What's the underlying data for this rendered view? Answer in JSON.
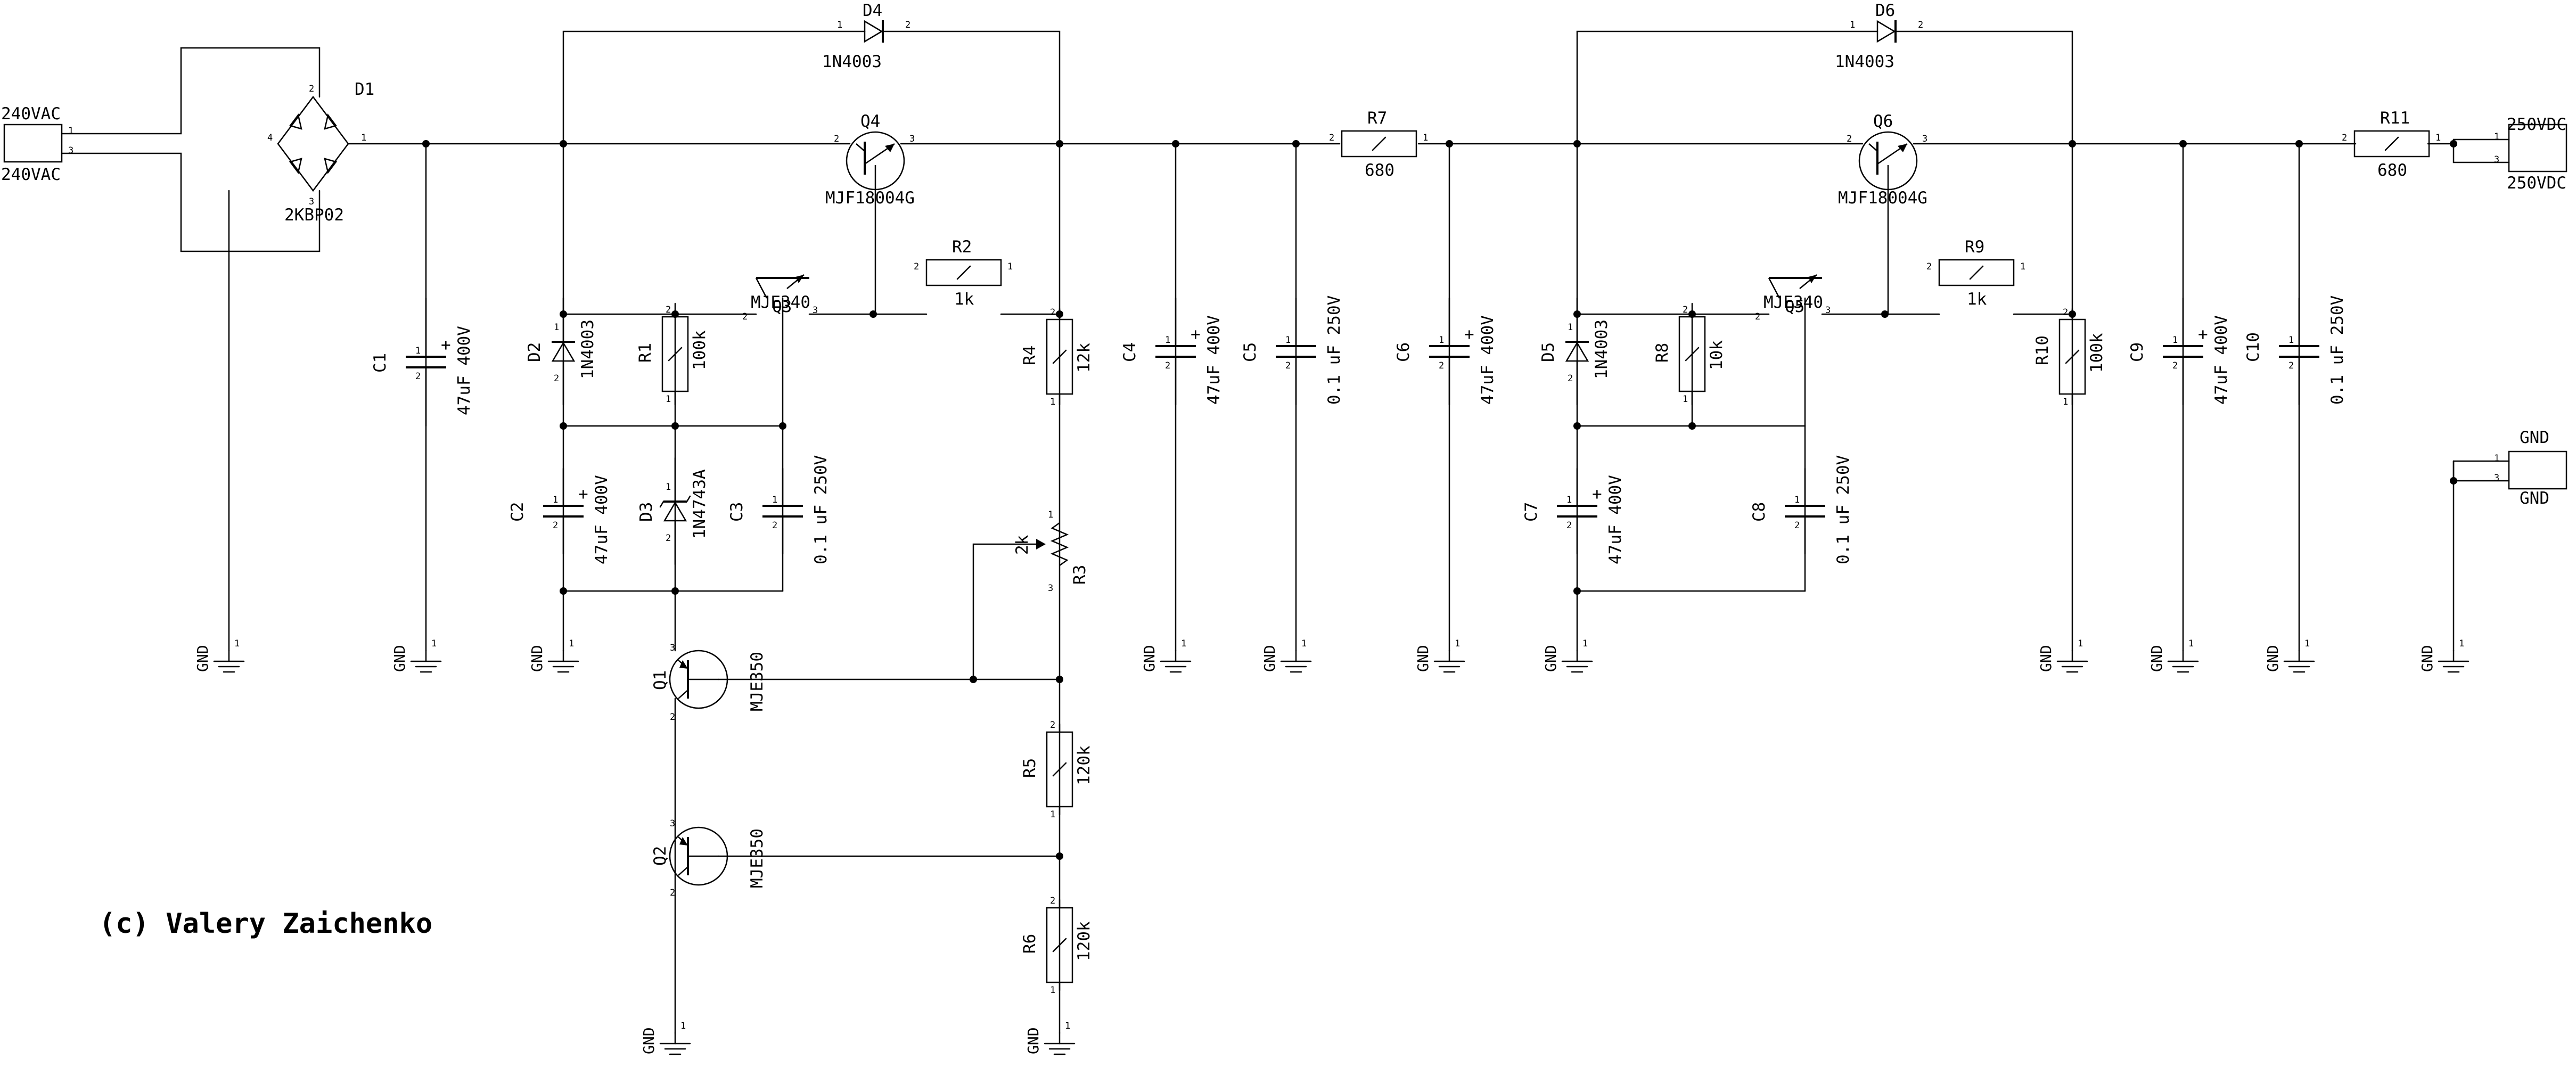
{
  "credit": "(c) Valery Zaichenko",
  "connectors": {
    "input": {
      "top": "240VAC",
      "bottom": "240VAC",
      "pin1": "1",
      "pin3": "3"
    },
    "output": {
      "top": "250VDC",
      "bottom": "250VDC",
      "pin1": "1",
      "pin3": "3"
    },
    "ground": {
      "top": "GND",
      "bottom": "GND",
      "pin1": "1",
      "pin3": "3"
    }
  },
  "bridge": {
    "ref": "D1",
    "part": "2KBP02",
    "p1": "1",
    "p2": "2",
    "p3": "3",
    "p4": "4"
  },
  "gnd_label": "GND",
  "pins": {
    "one": "1",
    "two": "2",
    "three": "3"
  },
  "components": {
    "C1": {
      "ref": "C1",
      "value": "47uF 400V",
      "plus": "+"
    },
    "C2": {
      "ref": "C2",
      "value": "47uF 400V",
      "plus": "+"
    },
    "C3": {
      "ref": "C3",
      "value": "0.1 uF 250V"
    },
    "C4": {
      "ref": "C4",
      "value": "47uF 400V",
      "plus": "+"
    },
    "C5": {
      "ref": "C5",
      "value": "0.1 uF 250V"
    },
    "C6": {
      "ref": "C6",
      "value": "47uF 400V",
      "plus": "+"
    },
    "C7": {
      "ref": "C7",
      "value": "47uF 400V",
      "plus": "+"
    },
    "C8": {
      "ref": "C8",
      "value": "0.1 uF 250V"
    },
    "C9": {
      "ref": "C9",
      "value": "47uF 400V",
      "plus": "+"
    },
    "C10": {
      "ref": "C10",
      "value": "0.1 uF 250V"
    },
    "D2": {
      "ref": "D2",
      "value": "1N4003"
    },
    "D3": {
      "ref": "D3",
      "value": "1N4743A"
    },
    "D4": {
      "ref": "D4",
      "value": "1N4003"
    },
    "D5": {
      "ref": "D5",
      "value": "1N4003"
    },
    "D6": {
      "ref": "D6",
      "value": "1N4003"
    },
    "R1": {
      "ref": "R1",
      "value": "100k"
    },
    "R2": {
      "ref": "R2",
      "value": "1k"
    },
    "R3": {
      "ref": "R3",
      "value": "2k"
    },
    "R4": {
      "ref": "R4",
      "value": "12k"
    },
    "R5": {
      "ref": "R5",
      "value": "120k"
    },
    "R6": {
      "ref": "R6",
      "value": "120k"
    },
    "R7": {
      "ref": "R7",
      "value": "680"
    },
    "R8": {
      "ref": "R8",
      "value": "10k"
    },
    "R9": {
      "ref": "R9",
      "value": "1k"
    },
    "R10": {
      "ref": "R10",
      "value": "100k"
    },
    "R11": {
      "ref": "R11",
      "value": "680"
    },
    "Q1": {
      "ref": "Q1",
      "value": "MJE350"
    },
    "Q2": {
      "ref": "Q2",
      "value": "MJE350"
    },
    "Q3": {
      "ref": "Q3",
      "value": "MJE340"
    },
    "Q4": {
      "ref": "Q4",
      "value": "MJF18004G"
    },
    "Q5": {
      "ref": "Q5",
      "value": "MJE340"
    },
    "Q6": {
      "ref": "Q6",
      "value": "MJF18004G"
    }
  }
}
